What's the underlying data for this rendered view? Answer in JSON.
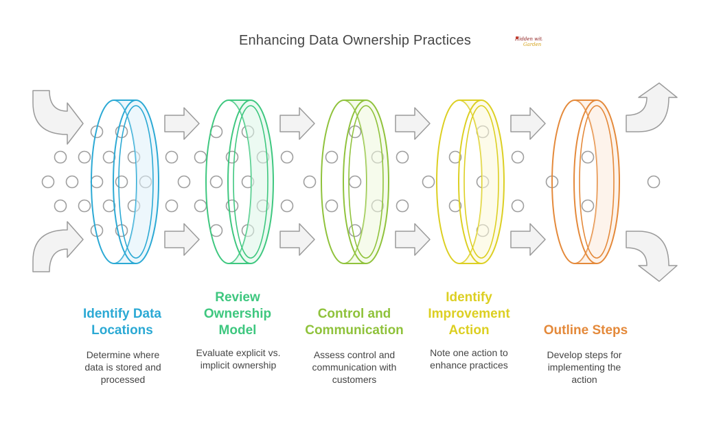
{
  "title": "Enhancing Data Ownership Practices",
  "logo": {
    "icon": "brand-logo-icon"
  },
  "steps": [
    {
      "title_lines": [
        "Identify Data",
        "Locations"
      ],
      "desc_lines": [
        "Determine where",
        "data is stored and",
        "processed"
      ],
      "color": "#2ba9d4",
      "fill": "#dff1f9"
    },
    {
      "title_lines": [
        "Review",
        "Ownership",
        "Model"
      ],
      "desc_lines": [
        "Evaluate explicit vs.",
        "implicit ownership"
      ],
      "color": "#3ec77f",
      "fill": "#ddf6e8"
    },
    {
      "title_lines": [
        "Control and",
        "Communication"
      ],
      "desc_lines": [
        "Assess control and",
        "communication with",
        "customers"
      ],
      "color": "#8fc23b",
      "fill": "#eef7dd"
    },
    {
      "title_lines": [
        "Identify",
        "Improvement",
        "Action"
      ],
      "desc_lines": [
        "Note one action to",
        "enhance practices"
      ],
      "color": "#dccf22",
      "fill": "#fbf8d9"
    },
    {
      "title_lines": [
        "Outline Steps"
      ],
      "desc_lines": [
        "Develop steps for",
        "implementing the",
        "action"
      ],
      "color": "#e4893a",
      "fill": "#fbeadb"
    }
  ],
  "icons": {
    "arrow": "arrow-right-icon",
    "particle": "particle-dot-icon",
    "ring": "ring-filter-icon"
  }
}
